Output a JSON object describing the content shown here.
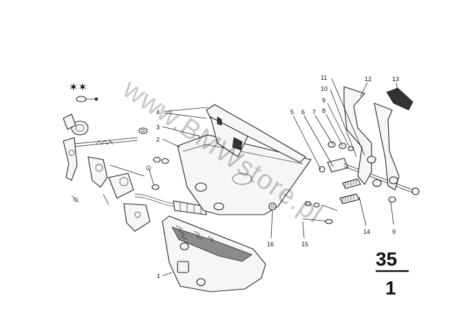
{
  "diagram": {
    "callouts": {
      "c1": "1",
      "c2": "2",
      "c3": "3",
      "c4": "4",
      "c5": "5",
      "c6": "6",
      "c7": "7",
      "c8": "8",
      "c9a": "9",
      "c9b": "9",
      "c10": "10",
      "c11": "11",
      "c12": "12",
      "c13": "13",
      "c14": "14",
      "c15": "15",
      "c16": "16"
    },
    "page_group": "35",
    "page_sub": "1",
    "watermark": "www.BMWstore.pl",
    "marker_symbol": "✶✶"
  }
}
